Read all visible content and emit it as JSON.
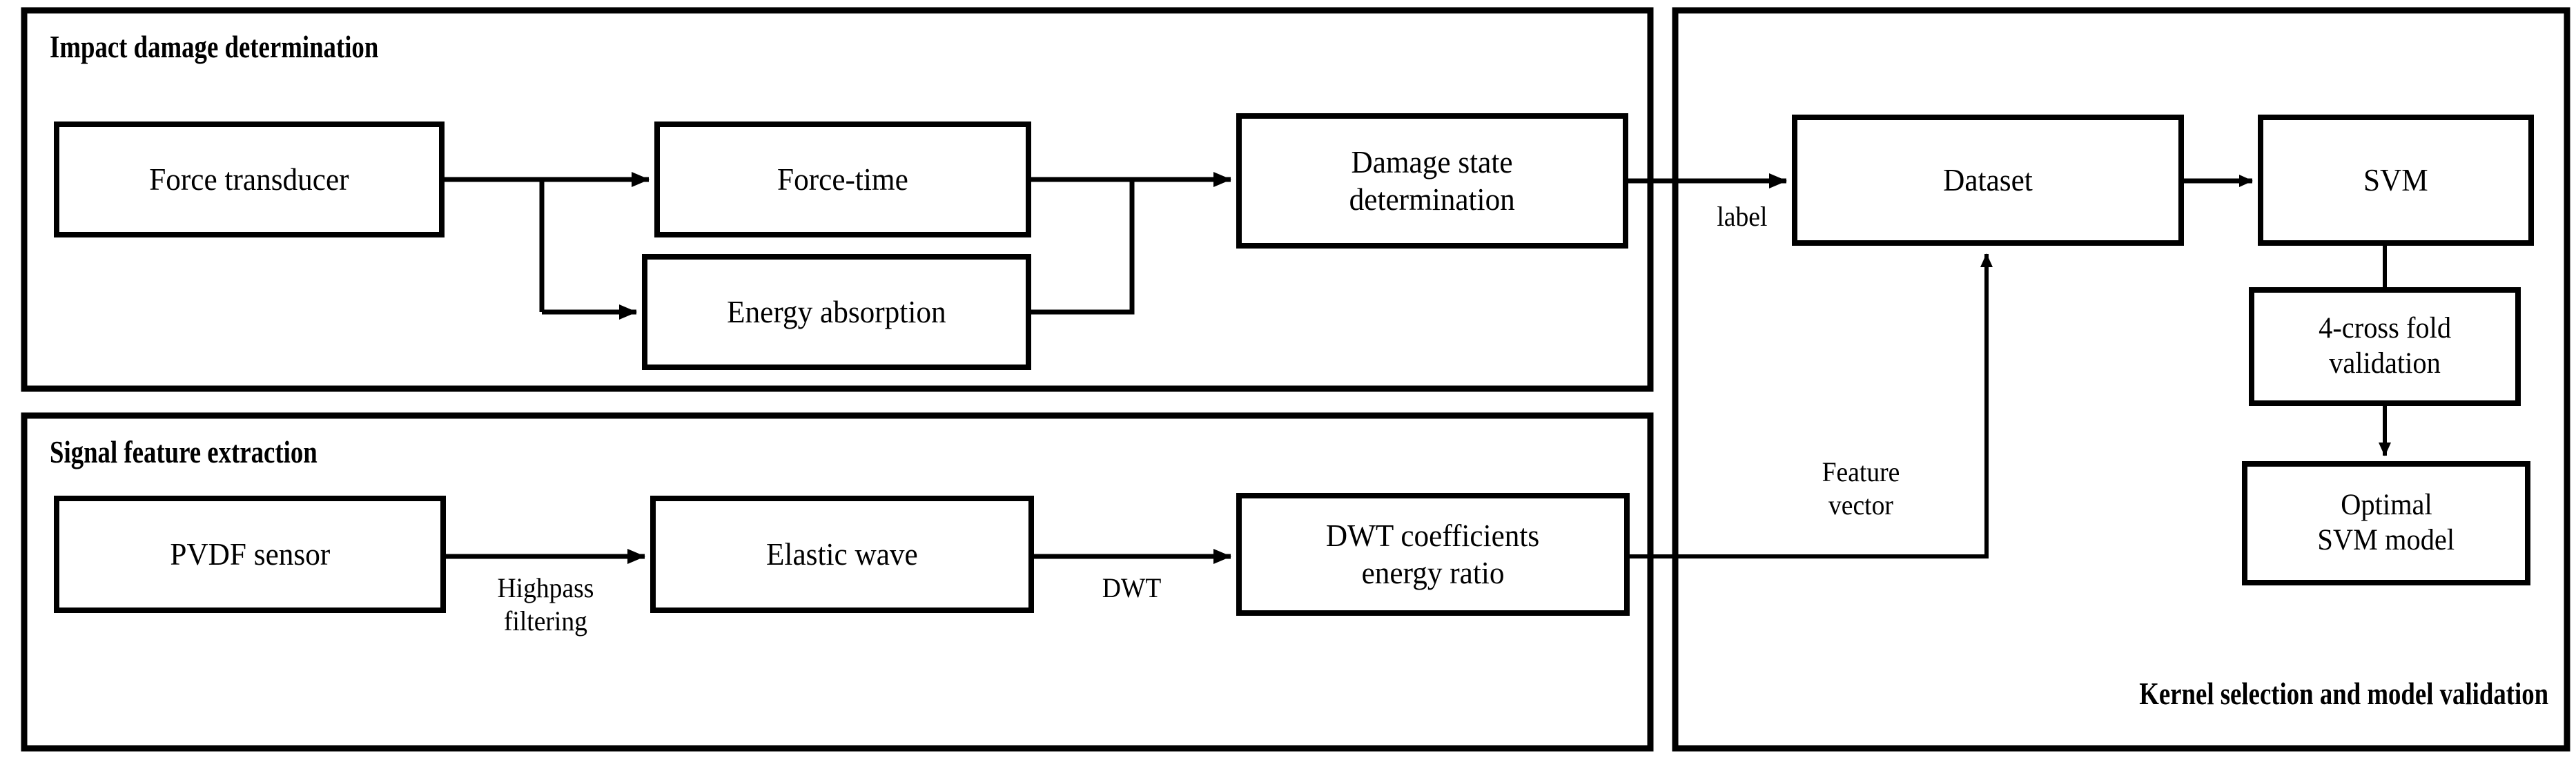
{
  "diagram": {
    "title_semantic": "impact-damage-svm-pipeline",
    "stroke_color": "#000000",
    "background_color": "#ffffff"
  },
  "panels": [
    {
      "id": "impact-damage-determination",
      "title": "Impact damage determination",
      "title_align": "left"
    },
    {
      "id": "signal-feature-extraction",
      "title": "Signal feature extraction",
      "title_align": "left"
    },
    {
      "id": "kernel-selection-and-model-validation",
      "title": "Kernel selection and model validation",
      "title_align": "right"
    }
  ],
  "nodes": [
    {
      "id": "force-transducer",
      "label_lines": [
        "Force transducer"
      ]
    },
    {
      "id": "force-time",
      "label_lines": [
        "Force-time"
      ]
    },
    {
      "id": "energy-absorption",
      "label_lines": [
        "Energy absorption"
      ]
    },
    {
      "id": "damage-state-determination",
      "label_lines": [
        "Damage state",
        "determination"
      ]
    },
    {
      "id": "pvdf-sensor",
      "label_lines": [
        "PVDF sensor"
      ]
    },
    {
      "id": "elastic-wave",
      "label_lines": [
        "Elastic wave"
      ]
    },
    {
      "id": "dwt-coefficients-energy-ratio",
      "label_lines": [
        "DWT coefficients",
        "energy ratio"
      ]
    },
    {
      "id": "dataset",
      "label_lines": [
        "Dataset"
      ]
    },
    {
      "id": "svm",
      "label_lines": [
        "SVM"
      ]
    },
    {
      "id": "cross-fold-validation",
      "label_lines": [
        "4-cross fold",
        "validation"
      ]
    },
    {
      "id": "optimal-svm-model",
      "label_lines": [
        "Optimal",
        "SVM model"
      ]
    }
  ],
  "edge_labels": [
    {
      "id": "label-annotation",
      "lines": [
        "label"
      ]
    },
    {
      "id": "feature-vector-annotation",
      "lines": [
        "Feature",
        "vector"
      ]
    },
    {
      "id": "highpass-filtering-annotation",
      "lines": [
        "Highpass",
        "filtering"
      ]
    },
    {
      "id": "dwt-annotation",
      "lines": [
        "DWT"
      ]
    }
  ]
}
